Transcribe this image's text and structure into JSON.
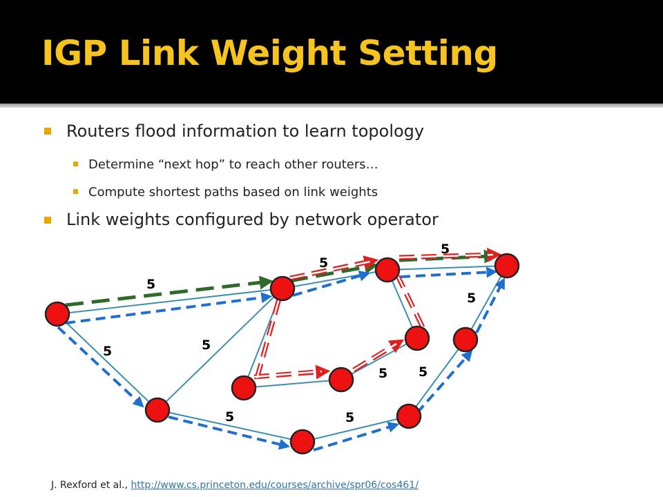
{
  "slide": {
    "title": "IGP Link Weight Setting",
    "bullets": [
      {
        "text": "Routers flood information to learn topology",
        "level": 1
      },
      {
        "text": "Determine “next hop” to reach other routers…",
        "level": 2
      },
      {
        "text": "Compute shortest paths based on link weights",
        "level": 2
      },
      {
        "text": "Link weights configured by network operator",
        "level": 1
      }
    ],
    "citation": {
      "prefix": "J. Rexford et al., ",
      "link": "http://www.cs.princeton.edu/courses/archive/spr06/cos461/"
    }
  },
  "diagram": {
    "colors": {
      "node": "#ee1111",
      "link": "#3a8fb0",
      "blue_path": "#1f6fd1",
      "green_path": "#2f6a2a",
      "red_path": "#e02020"
    },
    "weight_labels": [
      "5",
      "5",
      "5",
      "5",
      "5",
      "5",
      "5",
      "5",
      "5",
      "5"
    ]
  }
}
